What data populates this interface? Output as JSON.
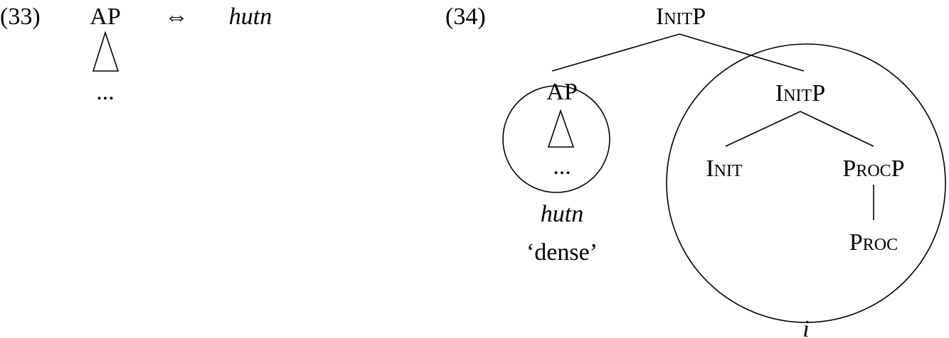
{
  "ex33": {
    "number": "(33)",
    "node": "AP",
    "dots": "...",
    "arrow": "⇔",
    "form": "hutn"
  },
  "ex34": {
    "number": "(34)",
    "root": "InitP",
    "left": {
      "node": "AP",
      "dots": "...",
      "form": "hutn",
      "gloss": "‘dense’"
    },
    "right": {
      "node": "InitP",
      "init": "Init",
      "procp": "ProcP",
      "proc": "Proc",
      "label": "i"
    }
  }
}
